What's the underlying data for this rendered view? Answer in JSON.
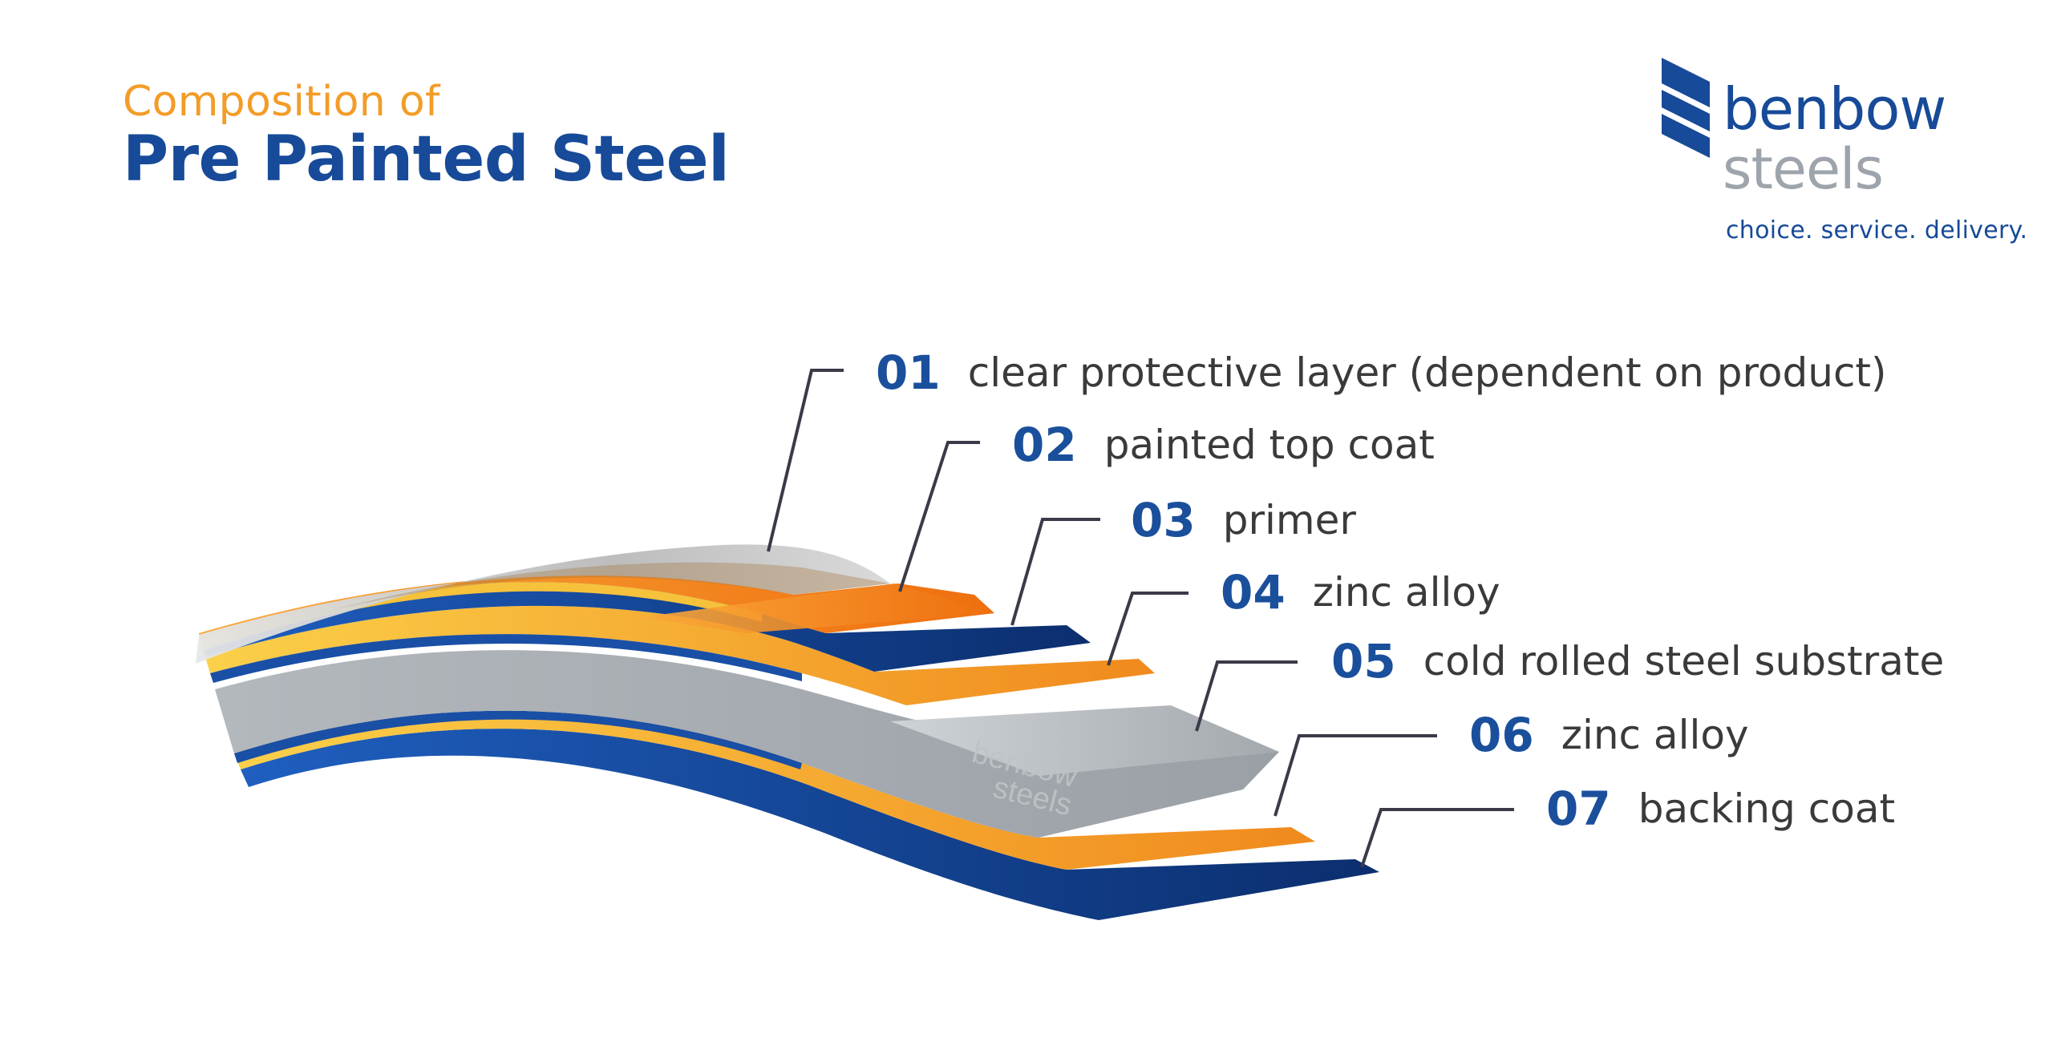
{
  "header": {
    "subtitle": "Composition of",
    "title": "Pre Painted Steel"
  },
  "logo": {
    "word1": "benbow",
    "word2": "steels",
    "tagline": "choice. service. delivery.",
    "icon": "benbow-logo-mark"
  },
  "layers": [
    {
      "number": "01",
      "label": "clear protective layer (dependent on product)"
    },
    {
      "number": "02",
      "label": "painted top coat"
    },
    {
      "number": "03",
      "label": "primer"
    },
    {
      "number": "04",
      "label": "zinc alloy"
    },
    {
      "number": "05",
      "label": "cold rolled steel substrate"
    },
    {
      "number": "06",
      "label": "zinc alloy"
    },
    {
      "number": "07",
      "label": "backing coat"
    }
  ],
  "substrate_stamp": {
    "word1": "benbow",
    "word2": "steels"
  },
  "colors": {
    "brand_blue": "#174a98",
    "brand_orange": "#f39c27",
    "brand_grey": "#9ea4ab",
    "paint_orange": "#f07f1a",
    "zinc_yellow": "#f6c23c",
    "steel_grey": "#a8aeb3",
    "primer_navy": "#0f3a85"
  }
}
